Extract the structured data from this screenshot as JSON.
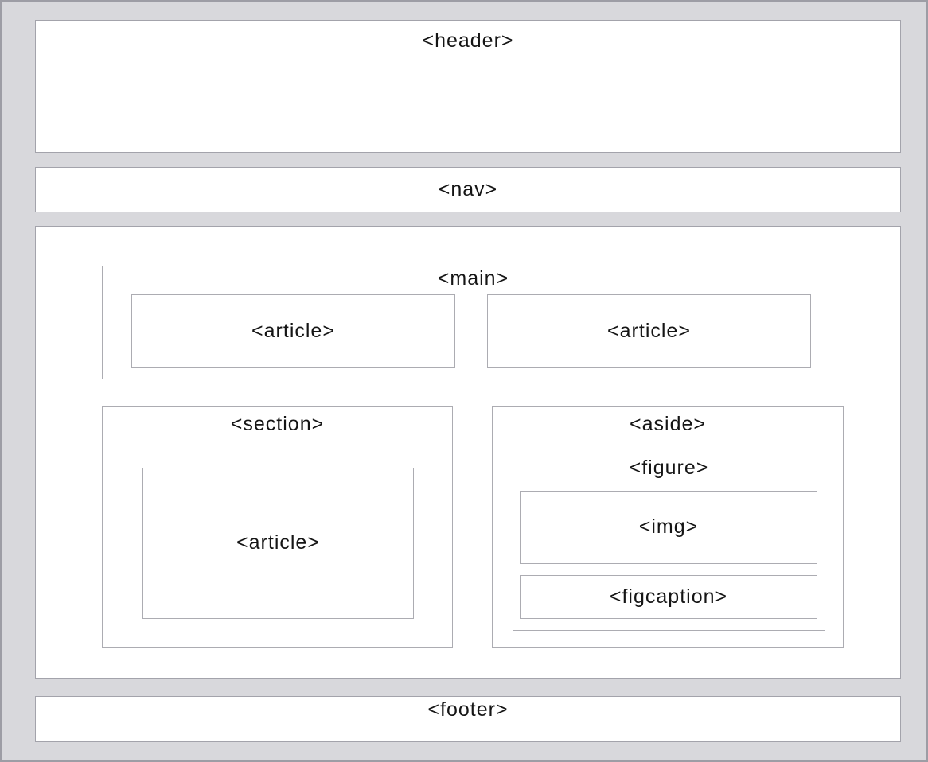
{
  "page": {
    "background_color": "#d8d8dc",
    "outer_border_color": "#9d9da5",
    "box_border_color": "#a3a3ab",
    "text_color": "#151515"
  },
  "diagram": {
    "type": "html5-semantic-layout",
    "header": {
      "label": "<header>"
    },
    "nav": {
      "label": "<nav>"
    },
    "main": {
      "label": "<main>",
      "articles": [
        {
          "label": "<article>"
        },
        {
          "label": "<article>"
        }
      ]
    },
    "section": {
      "label": "<section>",
      "article": {
        "label": "<article>"
      }
    },
    "aside": {
      "label": "<aside>",
      "figure": {
        "label": "<figure>",
        "img": {
          "label": "<img>"
        },
        "figcaption": {
          "label": "<figcaption>"
        }
      }
    },
    "footer": {
      "label": "<footer>"
    }
  }
}
